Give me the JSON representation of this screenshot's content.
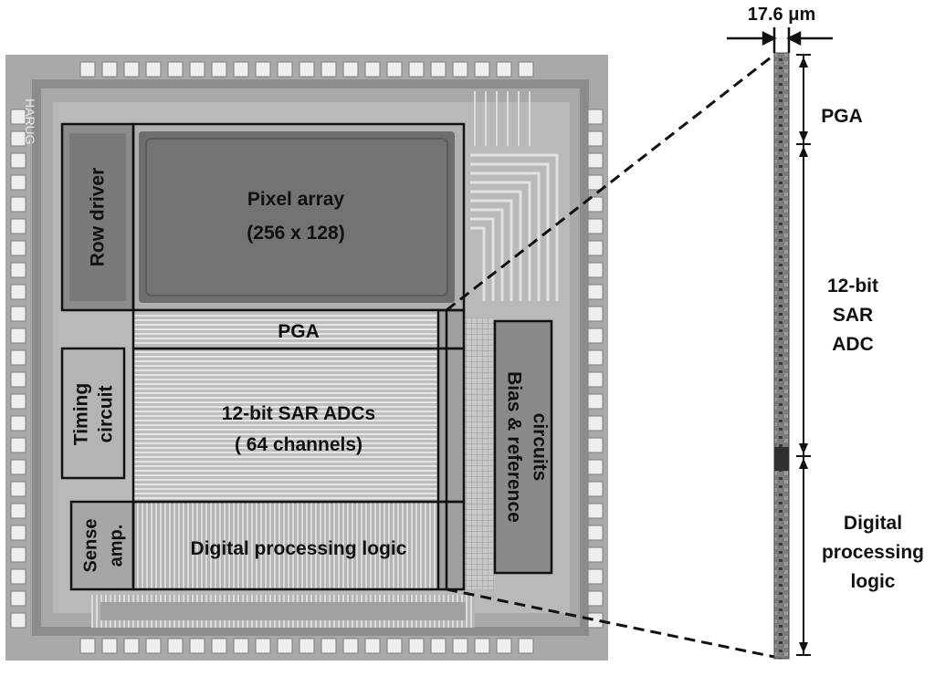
{
  "blocks": {
    "row_driver": "Row driver",
    "pixel_array_line1": "Pixel array",
    "pixel_array_line2": "(256 x 128)",
    "pga": "PGA",
    "timing_line1": "Timing",
    "timing_line2": "circuit",
    "adc_line1": "12-bit SAR ADCs",
    "adc_line2": "( 64 channels)",
    "bias_line1": "Bias & reference",
    "bias_line2": "circuits",
    "sense_line1": "Sense",
    "sense_line2": "amp.",
    "digital": "Digital processing logic",
    "die_mark": "HARUG"
  },
  "column": {
    "width_label": "17.6 μm",
    "pga": "PGA",
    "adc_line1": "12-bit",
    "adc_line2": "SAR",
    "adc_line3": "ADC",
    "digital_line1": "Digital",
    "digital_line2": "processing",
    "digital_line3": "logic"
  },
  "colors": {
    "die_background": "#a9a9a9",
    "pixel_array": "#6e6e6e",
    "pad": "#eeeeee",
    "outline": "#111111"
  }
}
